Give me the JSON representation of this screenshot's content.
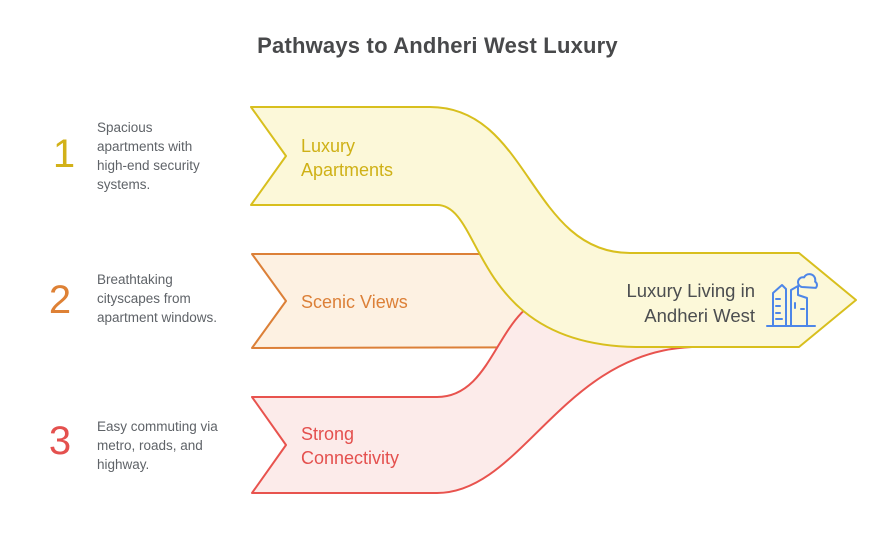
{
  "title": "Pathways to Andheri West Luxury",
  "steps": [
    {
      "number": "1",
      "accent": "#d2b118",
      "description_lines": [
        "Spacious",
        "apartments with",
        "high-end security",
        "systems."
      ],
      "label_lines": [
        "Luxury",
        "Apartments"
      ]
    },
    {
      "number": "2",
      "accent": "#de8135",
      "description_lines": [
        "Breathtaking",
        "cityscapes from",
        "apartment windows."
      ],
      "label_lines": [
        "Scenic Views"
      ]
    },
    {
      "number": "3",
      "accent": "#e4504e",
      "description_lines": [
        "Easy commuting via",
        "metro, roads, and",
        "highway."
      ],
      "label_lines": [
        "Strong",
        "Connectivity"
      ]
    }
  ],
  "output": {
    "label_lines": [
      "Luxury Living in",
      "Andheri West"
    ],
    "icon": "city-buildings-icon",
    "icon_color": "#4d86e8"
  },
  "palette": {
    "step1_fill": "#fcf8d9",
    "step1_stroke": "#d8bf1e",
    "step2_fill": "#fdf1e2",
    "step2_stroke": "#dc8038",
    "step3_fill": "#fcebea",
    "step3_stroke": "#e8534e",
    "text_gray": "#5f6368",
    "title_color": "#48494b",
    "output_text": "#4c4e50",
    "background": "#ffffff"
  }
}
